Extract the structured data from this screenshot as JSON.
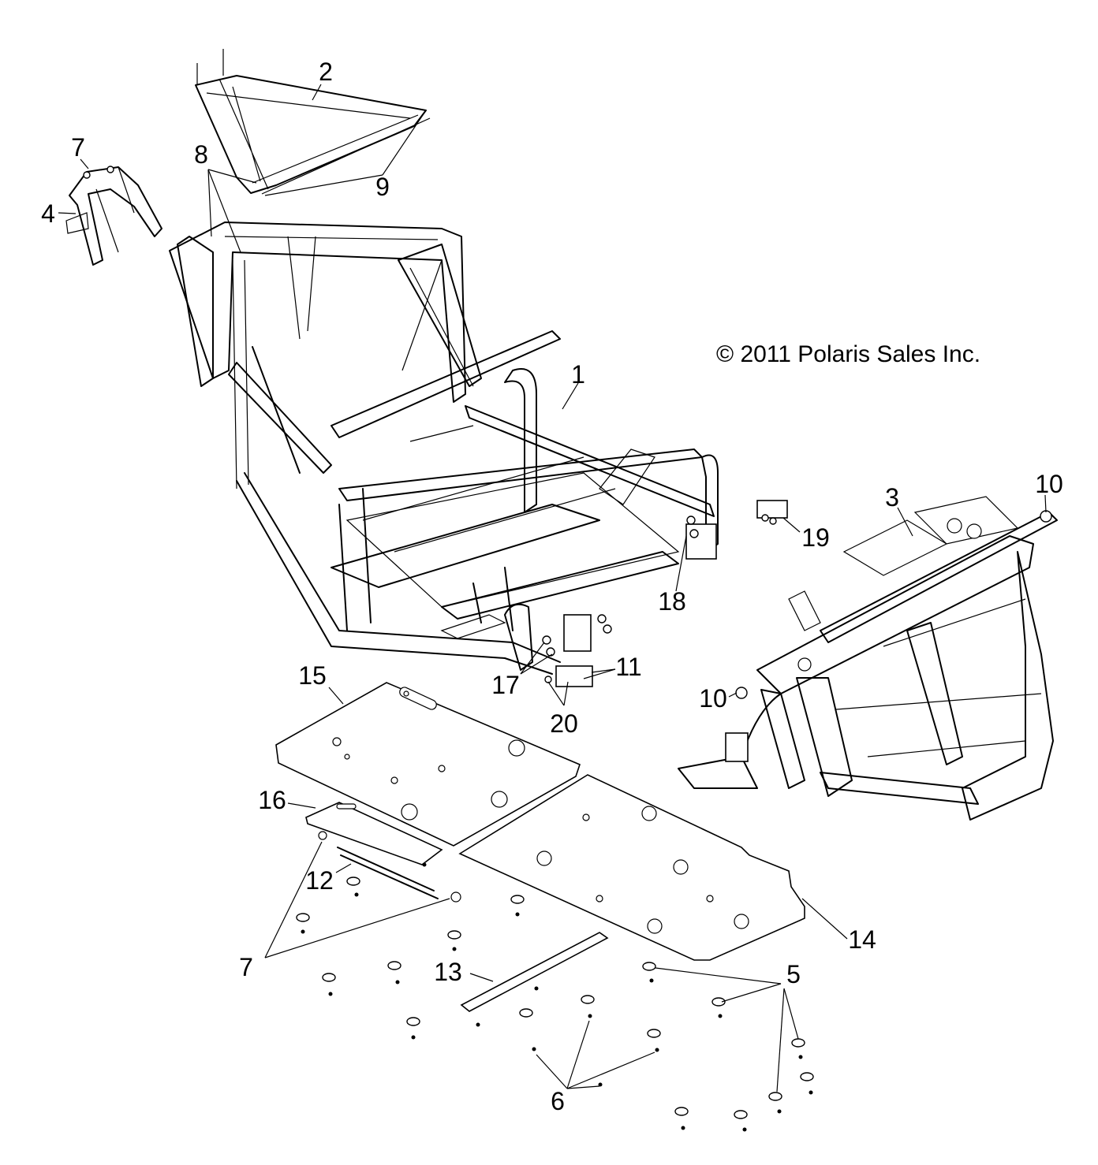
{
  "copyright": "© 2011 Polaris Sales Inc.",
  "callouts": [
    {
      "id": "c1",
      "label": "1"
    },
    {
      "id": "c2",
      "label": "2"
    },
    {
      "id": "c3",
      "label": "3"
    },
    {
      "id": "c4",
      "label": "4"
    },
    {
      "id": "c5",
      "label": "5"
    },
    {
      "id": "c6",
      "label": "6"
    },
    {
      "id": "c7a",
      "label": "7"
    },
    {
      "id": "c7b",
      "label": "7"
    },
    {
      "id": "c8",
      "label": "8"
    },
    {
      "id": "c9",
      "label": "9"
    },
    {
      "id": "c10a",
      "label": "10"
    },
    {
      "id": "c10b",
      "label": "10"
    },
    {
      "id": "c11",
      "label": "11"
    },
    {
      "id": "c12",
      "label": "12"
    },
    {
      "id": "c13",
      "label": "13"
    },
    {
      "id": "c14",
      "label": "14"
    },
    {
      "id": "c15",
      "label": "15"
    },
    {
      "id": "c16",
      "label": "16"
    },
    {
      "id": "c17",
      "label": "17"
    },
    {
      "id": "c18",
      "label": "18"
    },
    {
      "id": "c19",
      "label": "19"
    },
    {
      "id": "c20",
      "label": "20"
    }
  ]
}
